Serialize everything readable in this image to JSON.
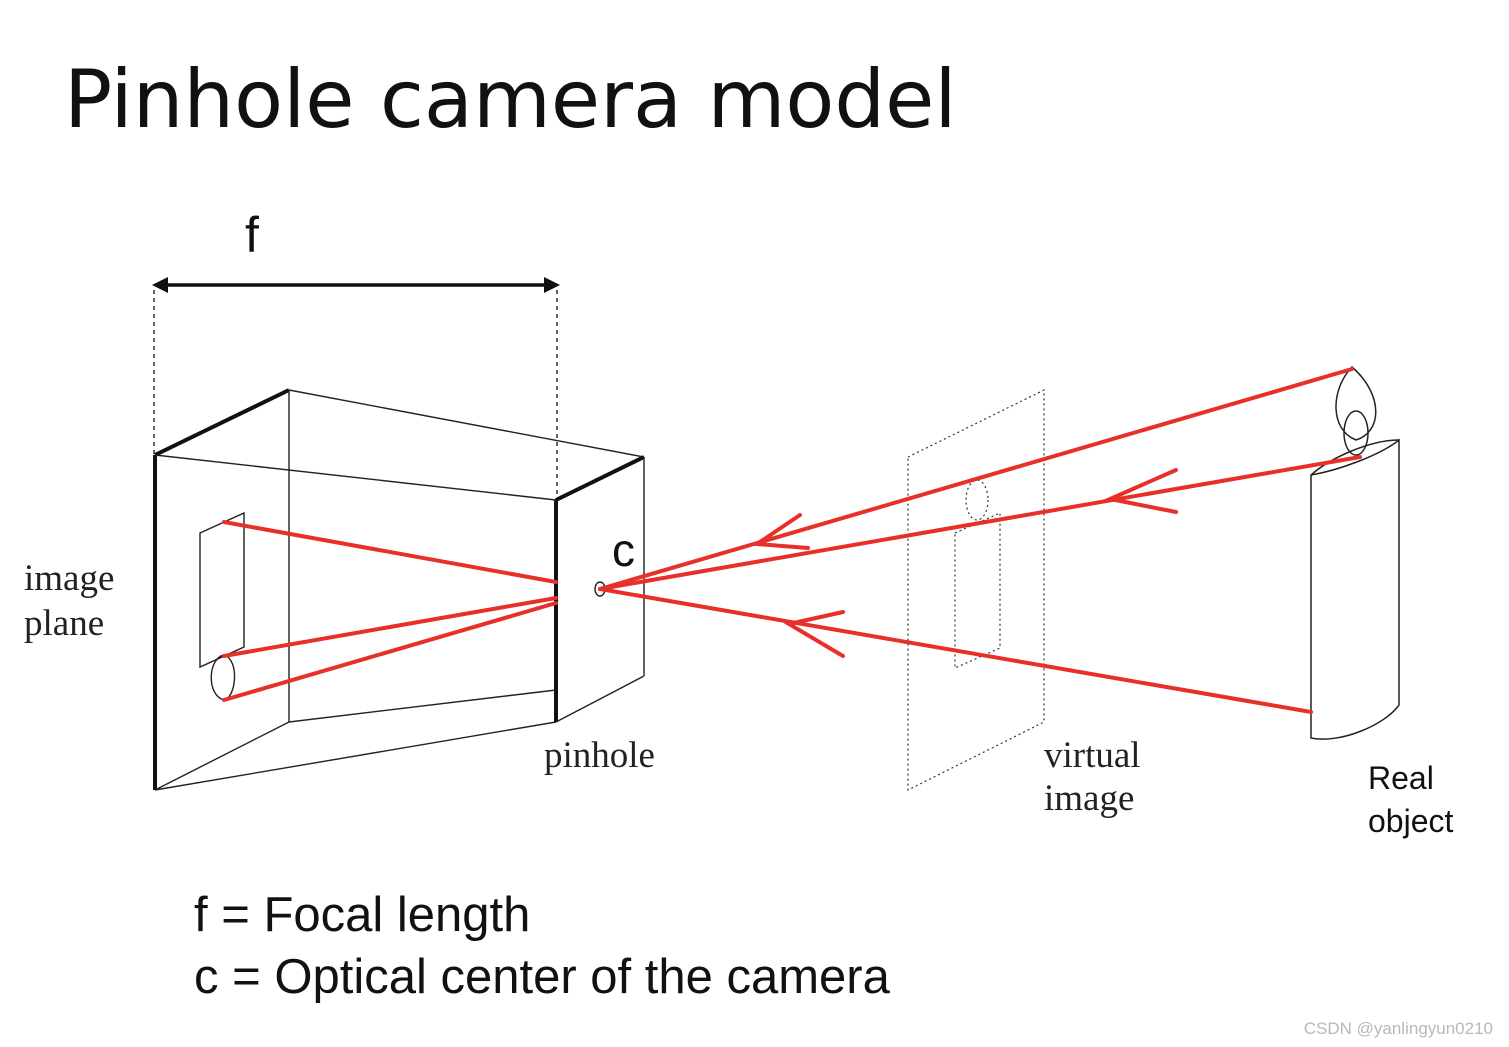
{
  "title": "Pinhole camera model",
  "labels": {
    "f": "f",
    "c": "c",
    "image_plane_line1": "image",
    "image_plane_line2": "plane",
    "pinhole": "pinhole",
    "virtual_image_line1": "virtual",
    "virtual_image_line2": "image",
    "real_object_line1": "Real",
    "real_object_line2": "object"
  },
  "legend": {
    "f_definition": "f = Focal length",
    "c_definition": "c = Optical center of the camera"
  },
  "watermark": "CSDN @yanlingyun0210",
  "colors": {
    "ray": "#e8302a",
    "line": "#111111",
    "background": "#ffffff"
  }
}
